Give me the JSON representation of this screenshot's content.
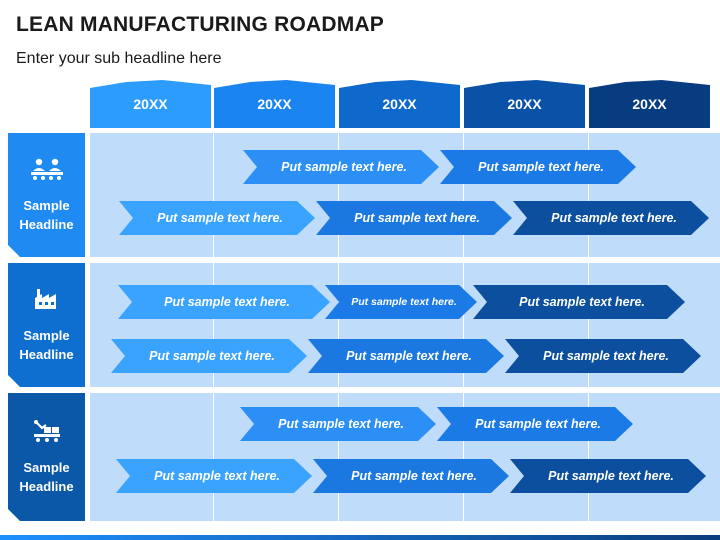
{
  "header": {
    "title": "LEAN MANUFACTURING ROADMAP",
    "subtitle": "Enter your sub headline here"
  },
  "years": [
    {
      "label": "20XX",
      "color": "#2d9cff"
    },
    {
      "label": "20XX",
      "color": "#1a84f0"
    },
    {
      "label": "20XX",
      "color": "#0f68cc"
    },
    {
      "label": "20XX",
      "color": "#0a52a8"
    },
    {
      "label": "20XX",
      "color": "#083c80"
    }
  ],
  "rows": [
    {
      "label": "Sample Headline",
      "icon": "workers-icon",
      "color": "#1f8af2",
      "arrows": [
        {
          "text": "Put sample text here.",
          "color": "#2b8ff5"
        },
        {
          "text": "Put sample text here.",
          "color": "#1b7ae6"
        },
        {
          "text": "Put sample text here.",
          "color": "#3aa3ff"
        },
        {
          "text": "Put sample text here.",
          "color": "#1a78e0"
        },
        {
          "text": "Put sample text here.",
          "color": "#0c4f9e"
        }
      ]
    },
    {
      "label": "Sample Headline",
      "icon": "factory-icon",
      "color": "#0f6fd0",
      "arrows": [
        {
          "text": "Put sample text here.",
          "color": "#3aa3ff"
        },
        {
          "text": "Put sample text here.",
          "color": "#1b7ae6"
        },
        {
          "text": "Put sample text here.",
          "color": "#0c4f9e"
        },
        {
          "text": "Put sample text here.",
          "color": "#3aa3ff"
        },
        {
          "text": "Put sample text here.",
          "color": "#1a78e0"
        },
        {
          "text": "Put sample text here.",
          "color": "#0c4f9e"
        }
      ]
    },
    {
      "label": "Sample Headline",
      "icon": "conveyor-icon",
      "color": "#0b57a8",
      "arrows": [
        {
          "text": "Put sample text here.",
          "color": "#2b8ff5"
        },
        {
          "text": "Put sample text here.",
          "color": "#1b7ae6"
        },
        {
          "text": "Put sample text here.",
          "color": "#3aa3ff"
        },
        {
          "text": "Put sample text here.",
          "color": "#1a78e0"
        },
        {
          "text": "Put sample text here.",
          "color": "#0c4f9e"
        }
      ]
    }
  ]
}
